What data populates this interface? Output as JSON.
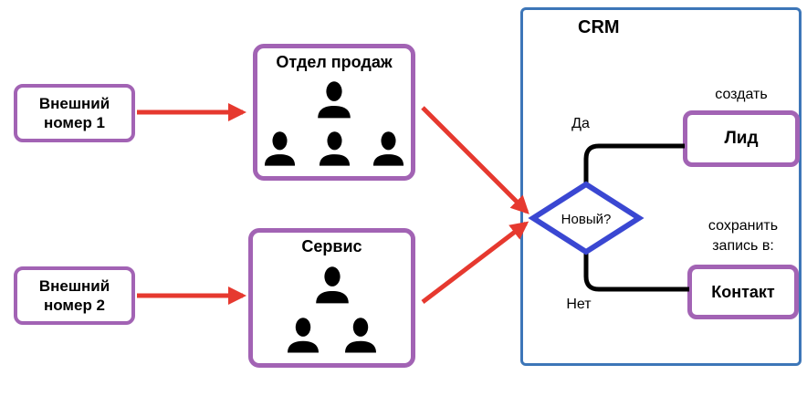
{
  "sources": [
    {
      "label": "Внешний номер 1"
    },
    {
      "label": "Внешний номер 2"
    }
  ],
  "departments": [
    {
      "label": "Отдел продаж",
      "people_count": 4
    },
    {
      "label": "Сервис",
      "people_count": 3
    }
  ],
  "crm": {
    "title": "CRM",
    "decision_label": "Новый?",
    "yes_label": "Да",
    "no_label": "Нет",
    "lead_caption": "создать",
    "lead_label": "Лид",
    "contact_caption": "сохранить запись в:",
    "contact_label": "Контакт"
  },
  "colors": {
    "node_border": "#a263b4",
    "crm_border": "#3d76b8",
    "diamond_border": "#3a47d2",
    "arrow": "#e6392f",
    "connector": "#000000",
    "text": "#000000",
    "background": "#ffffff"
  }
}
